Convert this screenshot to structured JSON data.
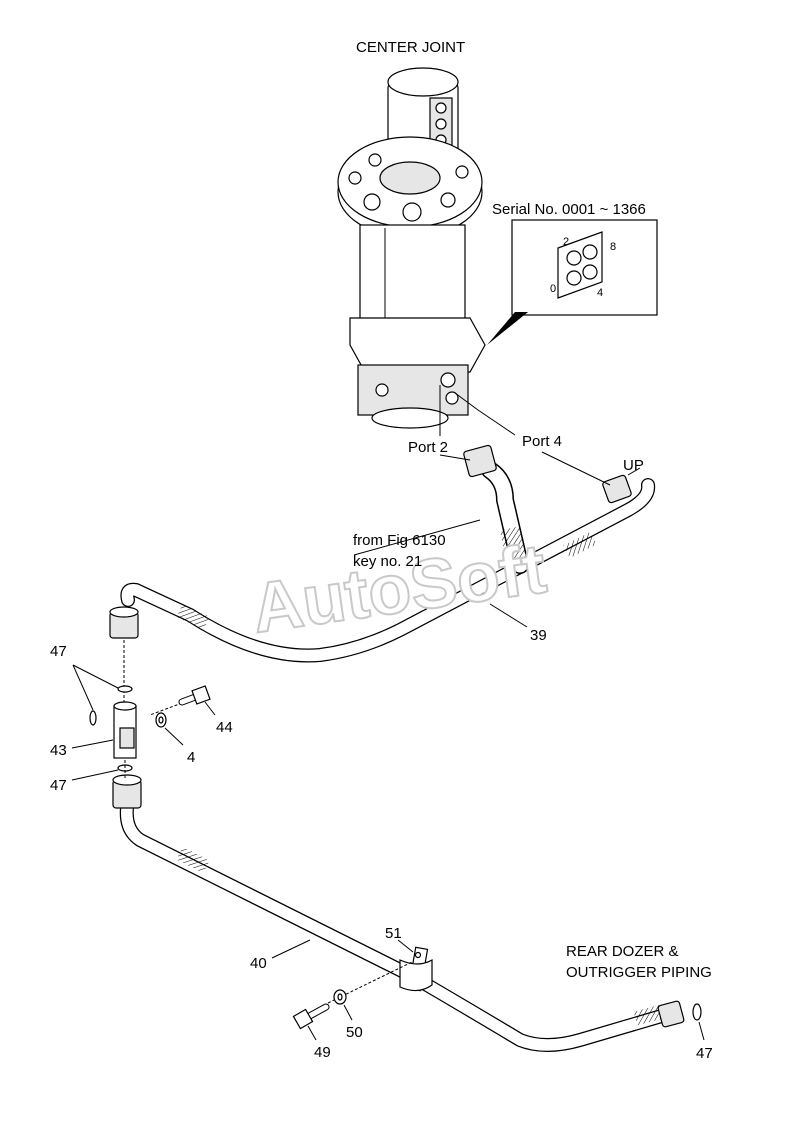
{
  "titles": {
    "center_joint": "CENTER JOINT",
    "rear_piping_line1": "REAR DOZER &",
    "rear_piping_line2": "OUTRIGGER PIPING"
  },
  "serial_inset": {
    "caption": "Serial No. 0001 ~ 1366",
    "port_labels": [
      "2",
      "8",
      "0",
      "4"
    ]
  },
  "ports": {
    "port2": "Port 2",
    "port4": "Port 4",
    "up": "UP"
  },
  "reference": {
    "line1": "from Fig 6130",
    "line2": "key no. 21"
  },
  "watermark": "AutoSoft",
  "callouts": {
    "c39": "39",
    "c40": "40",
    "c43": "43",
    "c47_top": "47",
    "c47_mid": "47",
    "c47_right": "47",
    "c4": "4",
    "c44": "44",
    "c49": "49",
    "c50": "50",
    "c51": "51"
  }
}
